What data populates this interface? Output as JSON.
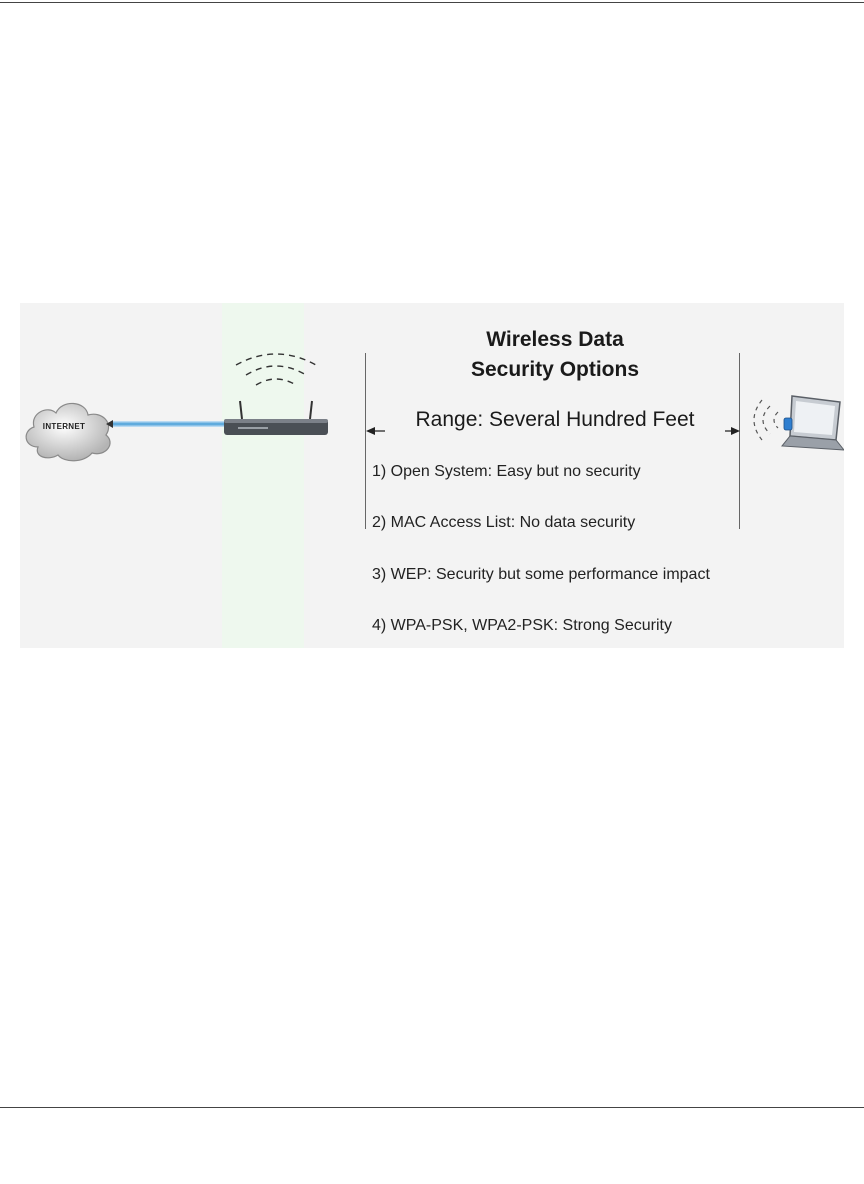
{
  "figure": {
    "cloud_label": "INTERNET",
    "title_line1": "Wireless Data",
    "title_line2": "Security Options",
    "range_label": "Range: Several Hundred Feet",
    "options": [
      "1) Open System:  Easy but no security",
      "2) MAC Access List:  No data security",
      "3) WEP:  Security but some performance impact",
      "4) WPA-PSK, WPA2-PSK: Strong Security"
    ],
    "icons": {
      "cloud": "internet-cloud-icon",
      "router": "wireless-router-icon",
      "laptop": "laptop-icon",
      "signal": "wireless-signal-icon"
    },
    "colors": {
      "link": "#4a9fd8",
      "router_band": "#eef8ee",
      "figure_bg": "#f3f3f3"
    }
  }
}
